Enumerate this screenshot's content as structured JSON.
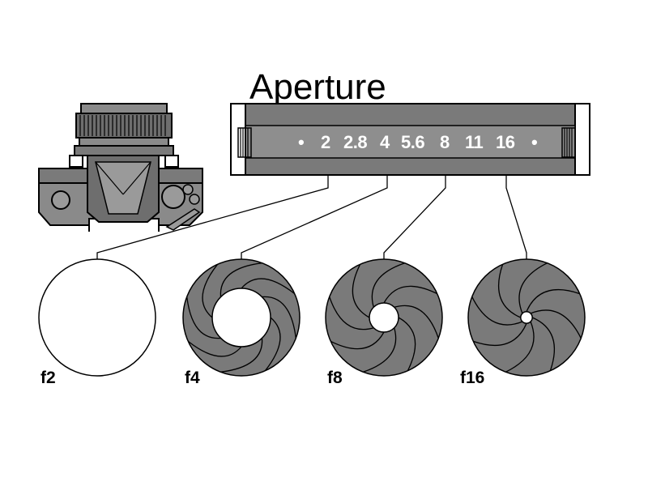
{
  "title": "Aperture",
  "ring": {
    "dot_left": "•",
    "f_numbers": [
      "2",
      "2.8",
      "4",
      "5.6",
      "8",
      "11",
      "16"
    ],
    "dot_right": "•"
  },
  "apertures": [
    {
      "label": "f2",
      "open_fraction": 1.0
    },
    {
      "label": "f4",
      "open_fraction": 0.5
    },
    {
      "label": "f8",
      "open_fraction": 0.25
    },
    {
      "label": "f16",
      "open_fraction": 0.1
    }
  ],
  "colors": {
    "fill_gray": "#7a7a7a",
    "dark_gray": "#555555",
    "line": "#000000",
    "background": "#ffffff"
  }
}
